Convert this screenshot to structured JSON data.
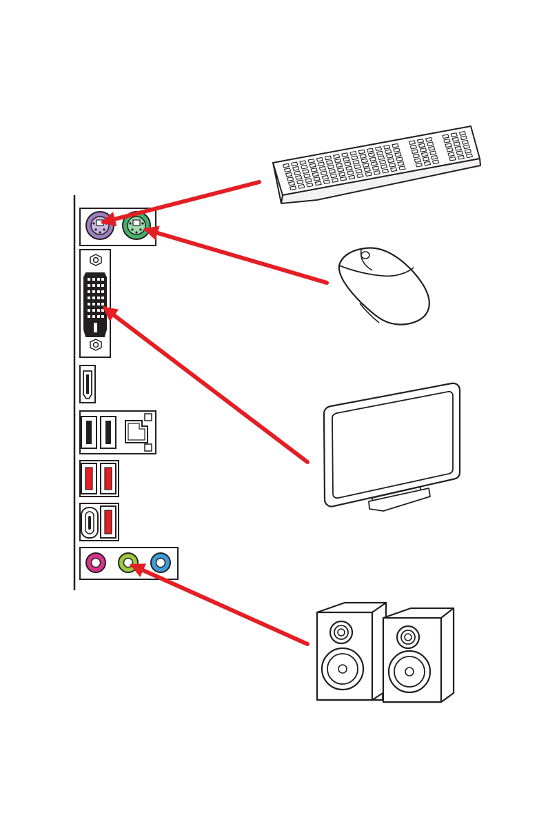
{
  "diagram": {
    "colors": {
      "arrow": "#e31e24",
      "line": "#231f20",
      "ps2_keyboard": "#9b7fbf",
      "ps2_mouse": "#48b06b",
      "usb3": "#e31e24",
      "audio_mic": "#d6338a",
      "audio_out": "#9bc83e",
      "audio_in": "#3f9bd6"
    },
    "devices": [
      {
        "id": "keyboard",
        "icon": "keyboard-icon",
        "port": "ps2-port-purple"
      },
      {
        "id": "mouse",
        "icon": "mouse-icon",
        "port": "ps2-port-green"
      },
      {
        "id": "monitor",
        "icon": "monitor-icon",
        "port": "dvi-port"
      },
      {
        "id": "speakers",
        "icon": "speakers-icon",
        "port": "audio-jack-green"
      }
    ]
  }
}
